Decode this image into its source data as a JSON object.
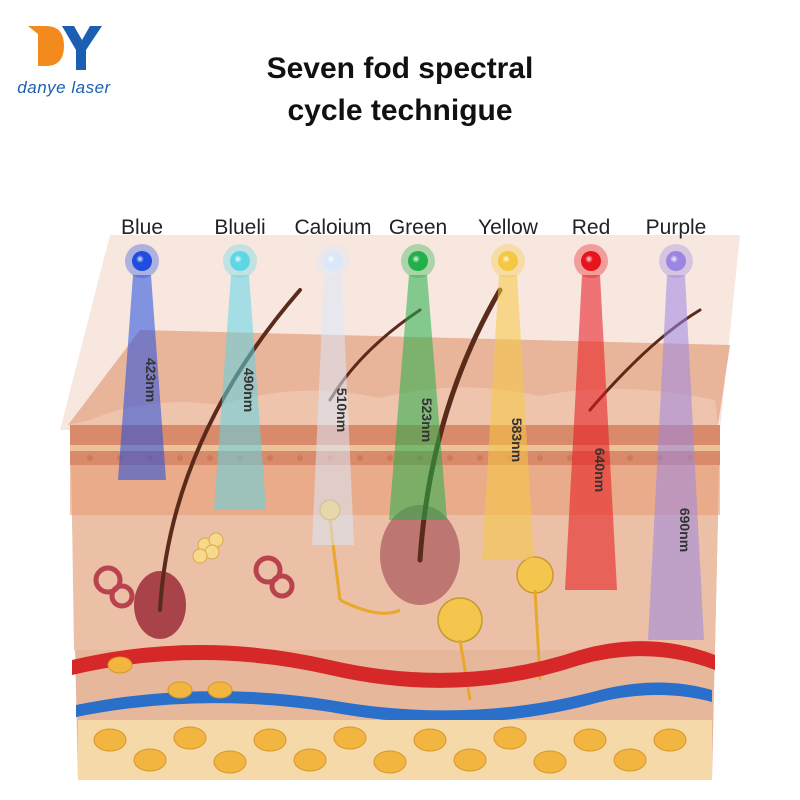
{
  "logo": {
    "text": "danye laser",
    "colors": {
      "orange": "#f28a1e",
      "blue": "#1b5fb3"
    }
  },
  "title": {
    "line1": "Seven fod spectral",
    "line2": "cycle technigue"
  },
  "bands": [
    {
      "name": "Blue",
      "wavelength": "423nm",
      "color": "#1f4de0"
    },
    {
      "name": "Blueli",
      "wavelength": "490nm",
      "color": "#5ed6e6"
    },
    {
      "name": "Caloium",
      "wavelength": "510nm",
      "color": "#dbe8fa"
    },
    {
      "name": "Green",
      "wavelength": "523nm",
      "color": "#22b04b"
    },
    {
      "name": "Yellow",
      "wavelength": "583nm",
      "color": "#f5c842"
    },
    {
      "name": "Red",
      "wavelength": "640nm",
      "color": "#e8141c"
    },
    {
      "name": "Purple",
      "wavelength": "690nm",
      "color": "#9b86e3"
    }
  ],
  "skin_colors": {
    "epidermis": "#e8a986",
    "dermis": "#e7b79c",
    "fat": "#f2b640",
    "artery": "#d62828",
    "vein": "#2a6fc9",
    "hair": "#5a2a1a"
  }
}
